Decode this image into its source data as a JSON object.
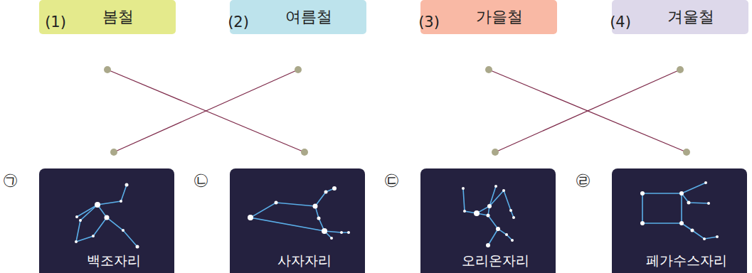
{
  "diagram": {
    "nodes": [
      {
        "text": [
          "(1)",
          "봄철"
        ]
      },
      {
        "text": [
          "(2)",
          "여름철"
        ]
      },
      {
        "text": [
          "(3)",
          "가을철"
        ]
      },
      {
        "text": [
          "(4)",
          "겨울철"
        ]
      },
      {
        "text": [
          "㉠",
          "백조자리"
        ]
      },
      {
        "text": [
          "㉡",
          "사자자리"
        ]
      },
      {
        "text": [
          "㉢",
          "오리온자리"
        ]
      },
      {
        "text": [
          "㉣",
          "페가수스자리"
        ]
      }
    ],
    "edges": [
      {
        "from": 0,
        "to": 5,
        "arrow": "none"
      },
      {
        "from": 1,
        "to": 4,
        "arrow": "none"
      },
      {
        "from": 2,
        "to": 7,
        "arrow": "none"
      },
      {
        "from": 3,
        "to": 6,
        "arrow": "none"
      }
    ]
  }
}
